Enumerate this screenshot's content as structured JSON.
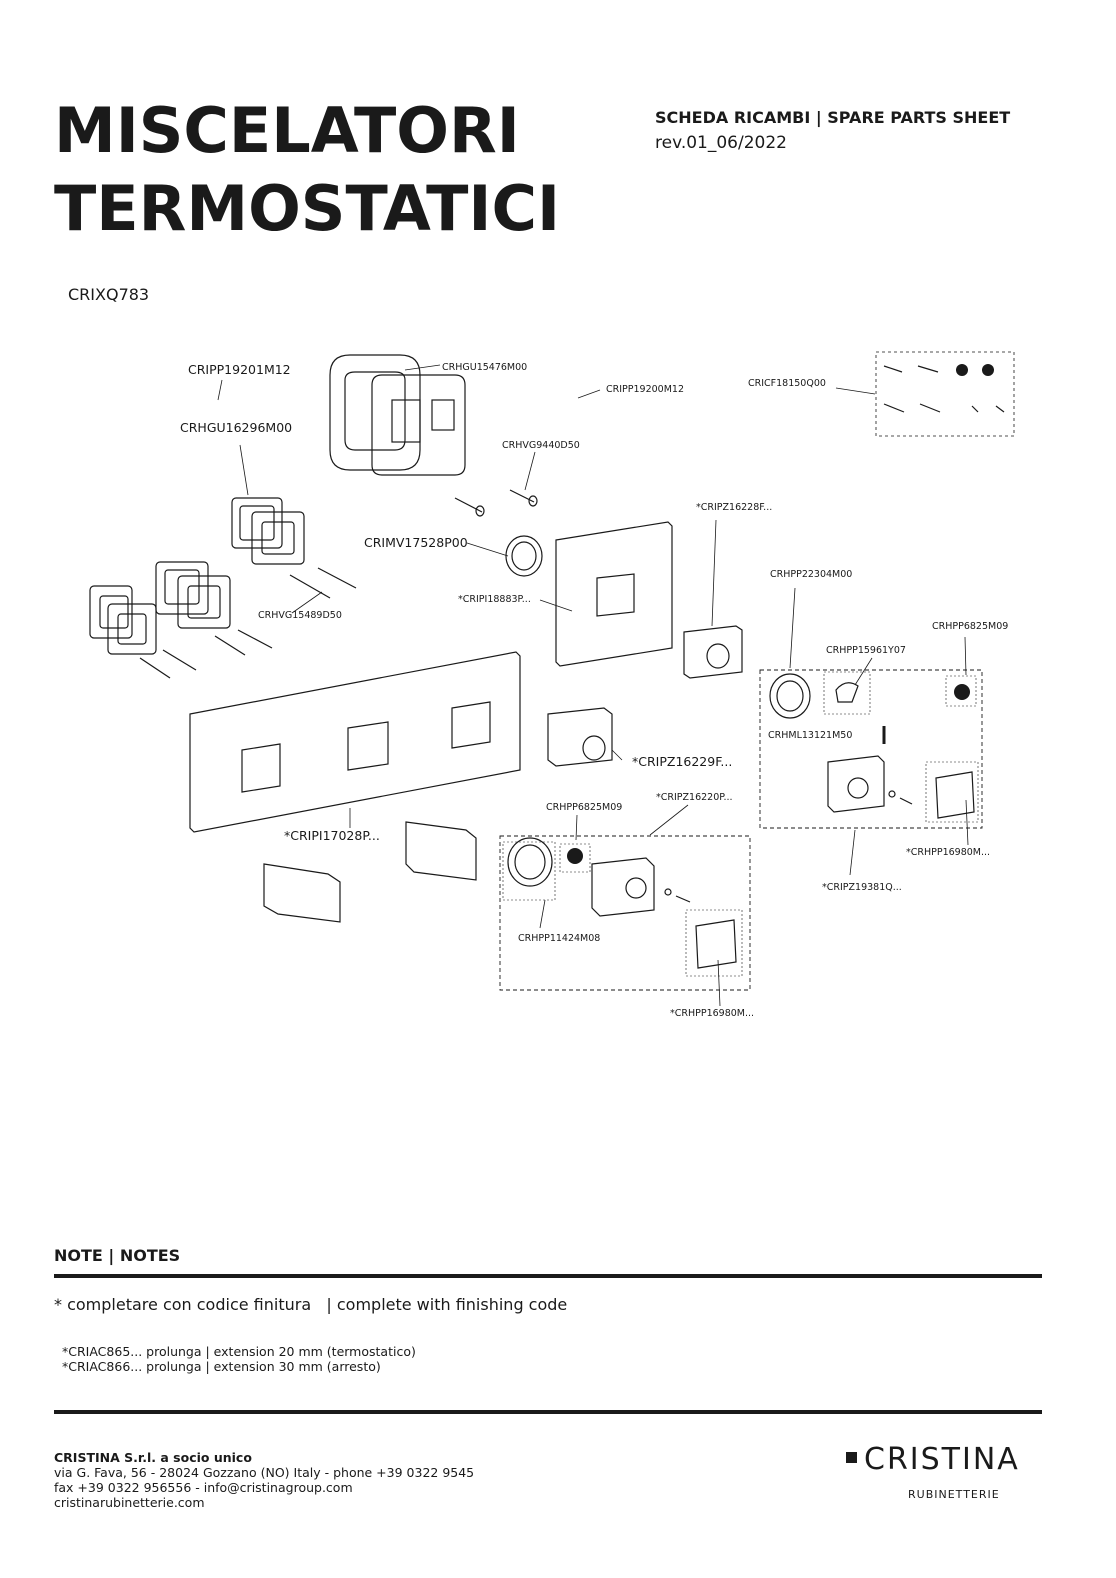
{
  "header": {
    "title_line1": "MISCELATORI",
    "title_line2": "TERMOSTATICI",
    "sheet_label": "SCHEDA RICAMBI | SPARE PARTS SHEET",
    "revision": "rev.01_06/2022"
  },
  "product_code": "CRIXQ783",
  "diagram": {
    "labels": {
      "cripp19201m12": "CRIPP19201M12",
      "crhgu16296m00": "CRHGU16296M00",
      "crhgu15476m00": "CRHGU15476M00",
      "cripp19200m12": "CRIPP19200M12",
      "cricf18150q00": "CRICF18150Q00",
      "crhvg9440d50": "CRHVG9440D50",
      "cripz16228f": "*CRIPZ16228F...",
      "crimv17528p00": "CRIMV17528P00",
      "cripi18883p": "*CRIPI18883P...",
      "crhvg15489d50": "CRHVG15489D50",
      "crhpp22304m00": "CRHPP22304M00",
      "crhpp6825m09_a": "CRHPP6825M09",
      "crhpp15961y07": "CRHPP15961Y07",
      "crhml13121m50": "CRHML13121M50",
      "cripz16229f": "*CRIPZ16229F...",
      "cripz16220p": "*CRIPZ16220P...",
      "crhpp6825m09_b": "CRHPP6825M09",
      "cripi17028p": "*CRIPI17028P...",
      "crhpp16980m_a": "*CRHPP16980M...",
      "cripz19381q": "*CRIPZ19381Q...",
      "crhpp11424m08": "CRHPP11424M08",
      "crhpp16980m_b": "*CRHPP16980M..."
    }
  },
  "notes": {
    "heading": "NOTE | NOTES",
    "main": "* completare con codice finitura   | complete with finishing code",
    "ext1": "*CRIAC865... prolunga | extension 20 mm (termostatico)",
    "ext2": "*CRIAC866... prolunga | extension 30 mm (arresto)"
  },
  "footer": {
    "company": "CRISTINA S.r.l. a socio unico",
    "address": "via G. Fava, 56 - 28024 Gozzano (NO) Italy - phone +39 0322 9545",
    "fax": "fax +39 0322 956556 - info@cristinagroup.com",
    "website": "cristinarubinetterie.com",
    "logo_word": "CRISTINA",
    "logo_sub": "RUBINETTERIE"
  }
}
